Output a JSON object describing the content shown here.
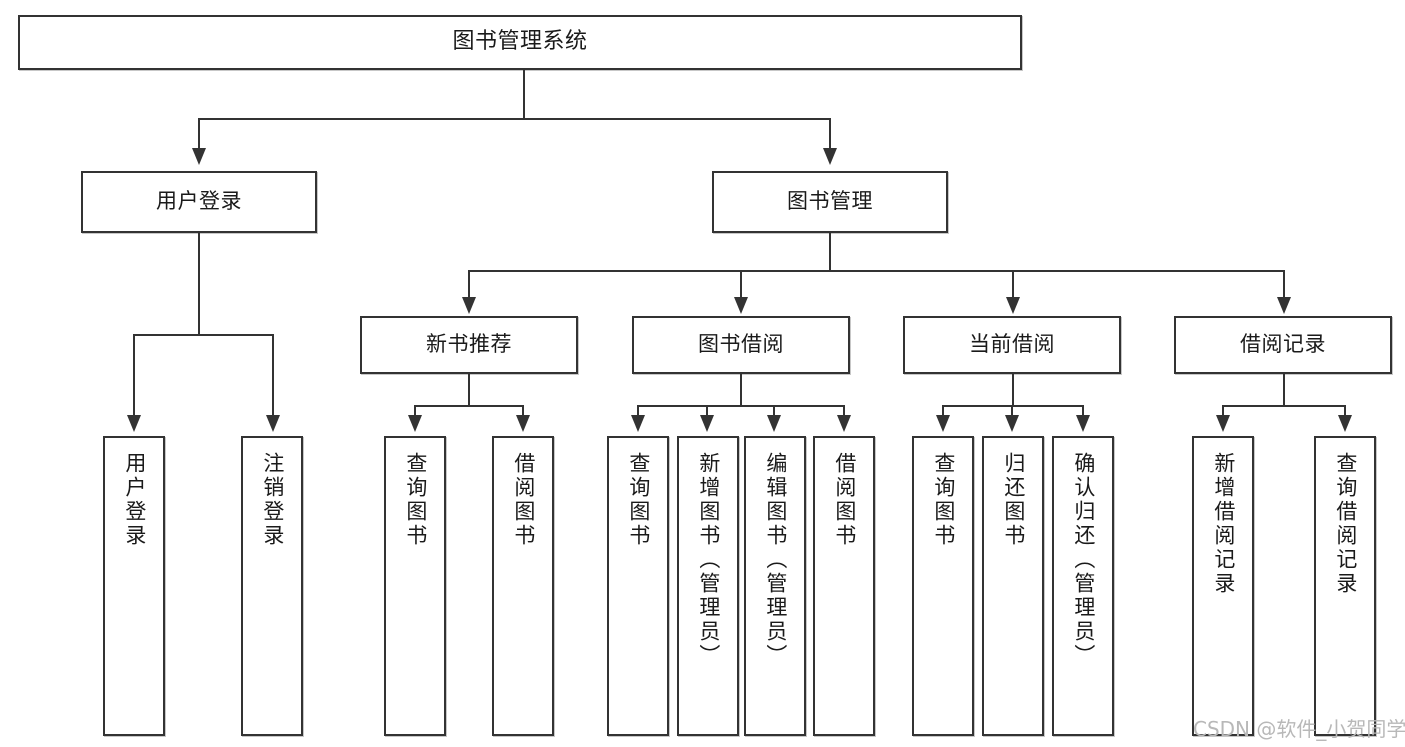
{
  "diagram": {
    "title_node": {
      "label": "图书管理系统"
    },
    "level2": [
      {
        "id": "user-login",
        "label": "用户登录"
      },
      {
        "id": "book-management",
        "label": "图书管理"
      }
    ],
    "level3": [
      {
        "id": "new-book-recommend",
        "label": "新书推荐"
      },
      {
        "id": "book-borrow",
        "label": "图书借阅"
      },
      {
        "id": "current-borrow",
        "label": "当前借阅"
      },
      {
        "id": "borrow-record",
        "label": "借阅记录"
      }
    ],
    "leaves": {
      "user_login": [
        {
          "id": "leaf-user-login",
          "label": "用户登录"
        },
        {
          "id": "leaf-logout-login",
          "label": "注销登录"
        }
      ],
      "new_book_recommend": [
        {
          "id": "leaf-query-book-1",
          "label": "查询图书"
        },
        {
          "id": "leaf-borrow-book-1",
          "label": "借阅图书"
        }
      ],
      "book_borrow": [
        {
          "id": "leaf-query-book-2",
          "label": "查询图书"
        },
        {
          "id": "leaf-add-book",
          "label": "新增图书（管理员）"
        },
        {
          "id": "leaf-edit-book",
          "label": "编辑图书（管理员）"
        },
        {
          "id": "leaf-borrow-book-2",
          "label": "借阅图书"
        }
      ],
      "current_borrow": [
        {
          "id": "leaf-query-book-3",
          "label": "查询图书"
        },
        {
          "id": "leaf-return-book",
          "label": "归还图书"
        },
        {
          "id": "leaf-confirm-return",
          "label": "确认归还（管理员）"
        }
      ],
      "borrow_record": [
        {
          "id": "leaf-add-record",
          "label": "新增借阅记录"
        },
        {
          "id": "leaf-query-record",
          "label": "查询借阅记录"
        }
      ]
    }
  },
  "watermark": {
    "text": "CSDN @软件_小贺同学"
  },
  "colors": {
    "stroke": "#333333",
    "background": "#ffffff",
    "text": "#1a1a1a",
    "watermark": "#b8b8b8"
  }
}
